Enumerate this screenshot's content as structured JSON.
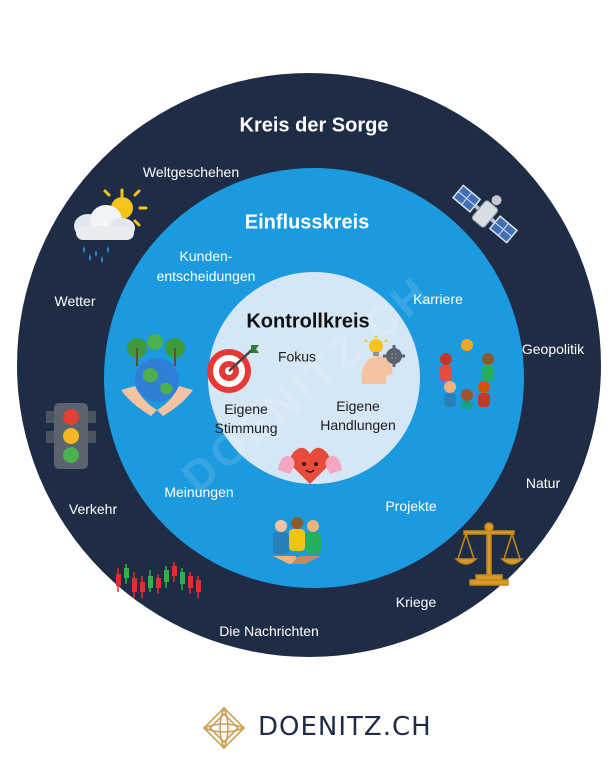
{
  "titles": {
    "outer": "Kreis der Sorge",
    "middle": "Einflusskreis",
    "inner": "Kontrollkreis"
  },
  "outer_labels": {
    "weltgeschehen": "Weltgeschehen",
    "wetter": "Wetter",
    "geopolitik": "Geopolitik",
    "natur": "Natur",
    "verkehr": "Verkehr",
    "kriege": "Kriege",
    "nachrichten": "Die Nachrichten"
  },
  "middle_labels": {
    "kunden_line1": "Kunden-",
    "kunden_line2": "entscheidungen",
    "karriere": "Karriere",
    "meinungen": "Meinungen",
    "projekte": "Projekte"
  },
  "inner_labels": {
    "fokus": "Fokus",
    "stimmung_line1": "Eigene",
    "stimmung_line2": "Stimmung",
    "handlungen_line1": "Eigene",
    "handlungen_line2": "Handlungen"
  },
  "icons": [
    "weather-icon",
    "satellite-icon",
    "traffic-light-icon",
    "scales-icon",
    "stock-chart-icon",
    "earth-hands-icon",
    "team-circle-icon",
    "handshake-icon",
    "target-icon",
    "idea-gears-icon",
    "strong-heart-icon"
  ],
  "brand": {
    "name": "DOENITZ.CH"
  },
  "watermark": "DOENITZ.CH",
  "colors": {
    "outer": "#1e2d45",
    "middle": "#1c9ae0",
    "inner": "#d5e7f5"
  }
}
